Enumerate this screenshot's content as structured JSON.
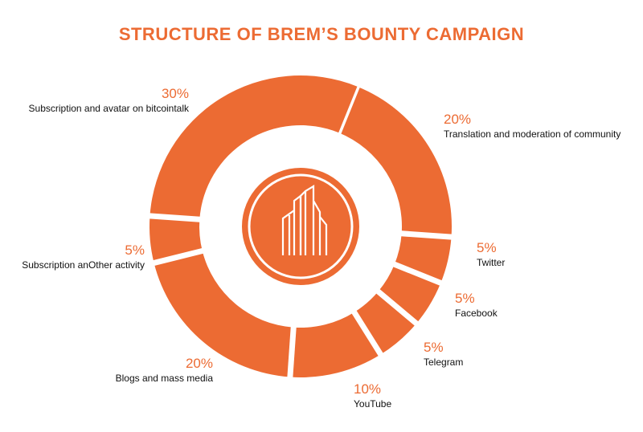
{
  "title": "STRUCTURE OF BREM’S BOUNTY CAMPAIGN",
  "colors": {
    "accent": "#ec6b33",
    "text": "#111111",
    "background": "#ffffff"
  },
  "icon": "city-buildings-icon",
  "chart_data": {
    "type": "pie",
    "title": "STRUCTURE OF BREM’S BOUNTY CAMPAIGN",
    "donut": true,
    "legend": "none",
    "slices": [
      {
        "label": "Translation and moderation of community",
        "value": 20,
        "value_label": "20%"
      },
      {
        "label": "Twitter",
        "value": 5,
        "value_label": "5%"
      },
      {
        "label": "Facebook",
        "value": 5,
        "value_label": "5%"
      },
      {
        "label": "Telegram",
        "value": 5,
        "value_label": "5%"
      },
      {
        "label": "YouTube",
        "value": 10,
        "value_label": "10%"
      },
      {
        "label": "Blogs and mass media",
        "value": 20,
        "value_label": "20%"
      },
      {
        "label": "Subscription anOther activity",
        "value": 5,
        "value_label": "5%"
      },
      {
        "label": "Subscription and avatar on bitcointalk",
        "value": 30,
        "value_label": "30%"
      }
    ]
  }
}
